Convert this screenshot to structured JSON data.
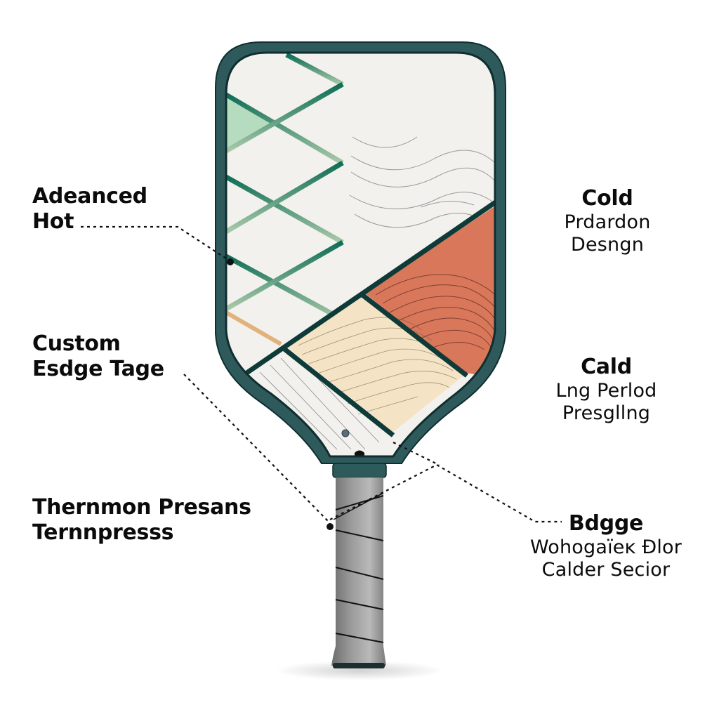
{
  "diagram": {
    "subject": "Pickleball paddle with annotated callouts",
    "colors": {
      "background": "#ffffff",
      "edge_guard": "#2f5a5c",
      "edge_guard_inner": "#0f2e2f",
      "face_base": "#f2f1ed",
      "lattice_green_dark": "#0e6e56",
      "lattice_green_light": "#8fbf9f",
      "mint_fill": "#b6dcbf",
      "terracotta": "#d9775a",
      "cream": "#f4e3c4",
      "divider": "#0e3b38",
      "accent_tan": "#e3b27c",
      "grip": "#8e8e8e",
      "callout_line": "#111111"
    },
    "callouts": [
      {
        "id": "left-1",
        "title": "Adeanced",
        "subtitle": "Hot",
        "side": "left"
      },
      {
        "id": "left-2",
        "title": "Custom",
        "subtitle": "Esdge Tage",
        "side": "left"
      },
      {
        "id": "left-3",
        "title": "Thernmon Presans",
        "subtitle": "Ternnpresss",
        "side": "left"
      },
      {
        "id": "right-1",
        "title": "Cold",
        "line1": "Prdardon",
        "line2": "Desngn",
        "side": "right"
      },
      {
        "id": "right-2",
        "title": "Cald",
        "line1": "Lng Perlod",
        "line2": "Presgllng",
        "side": "right"
      },
      {
        "id": "right-3",
        "title": "Bdgge",
        "line1": "Wohogaïeĸ Ðlor",
        "line2": "Calder Secior",
        "side": "right"
      }
    ]
  }
}
